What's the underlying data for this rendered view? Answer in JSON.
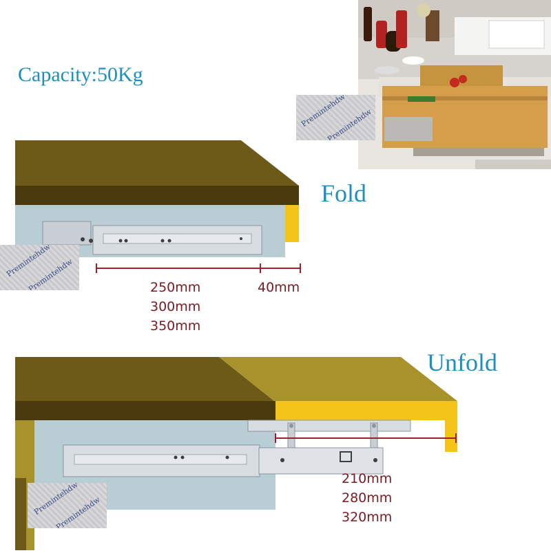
{
  "capacity": "Capacity:50Kg",
  "fold": {
    "title": "Fold",
    "lengths": [
      "250mm",
      "300mm",
      "350mm"
    ],
    "extra": "40mm"
  },
  "unfold": {
    "title": "Unfold",
    "lengths": [
      "210mm",
      "280mm",
      "320mm"
    ]
  },
  "watermark_text": "Premintehdw",
  "colors": {
    "wood_top": "#6e5a18",
    "wood_edge": "#4a3a0e",
    "wood_light": "#a8922c",
    "yellow_edge": "#f4c41a",
    "blue_panel": "#b8cdd4",
    "rail": "#d8dde2",
    "dimension": "#a01e2c",
    "heading": "#1e8fbf"
  }
}
